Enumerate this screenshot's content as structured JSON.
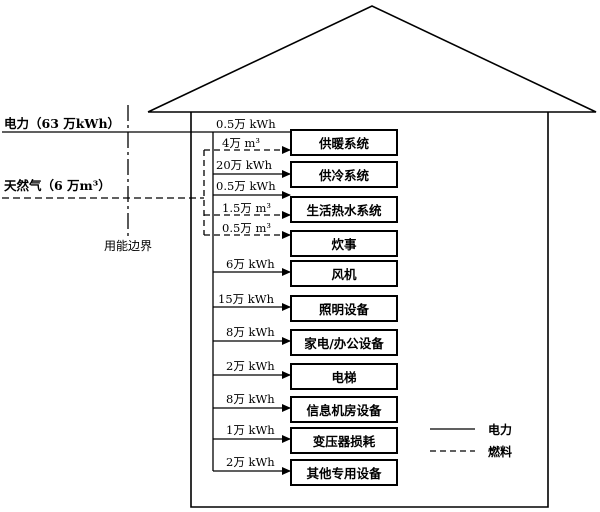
{
  "inputs": {
    "electricity": "电力（63 万kWh）",
    "gas": "天然气（6 万m³）"
  },
  "boundary_label": "用能边界",
  "flows": [
    {
      "value": "0.5万 kWh",
      "sink": "供暖系统",
      "line": "solid"
    },
    {
      "value": "4万 m³",
      "sink": "",
      "line": "dashed"
    },
    {
      "value": "20万 kWh",
      "sink": "供冷系统",
      "line": "solid"
    },
    {
      "value": "0.5万 kWh",
      "sink": "",
      "line": "solid"
    },
    {
      "value": "1.5万 m³",
      "sink": "生活热水系统",
      "line": "dashed"
    },
    {
      "value": "0.5万 m³",
      "sink": "炊事",
      "line": "dashed"
    },
    {
      "value": "6万 kWh",
      "sink": "风机",
      "line": "solid"
    },
    {
      "value": "15万 kWh",
      "sink": "照明设备",
      "line": "solid"
    },
    {
      "value": "8万 kWh",
      "sink": "家电/办公设备",
      "line": "solid"
    },
    {
      "value": "2万 kWh",
      "sink": "电梯",
      "line": "solid"
    },
    {
      "value": "8万 kWh",
      "sink": "信息机房设备",
      "line": "solid"
    },
    {
      "value": "1万 kWh",
      "sink": "变压器损耗",
      "line": "solid"
    },
    {
      "value": "2万 kWh",
      "sink": "其他专用设备",
      "line": "solid"
    }
  ],
  "legend": {
    "electricity": "电力",
    "fuel": "燃料"
  }
}
